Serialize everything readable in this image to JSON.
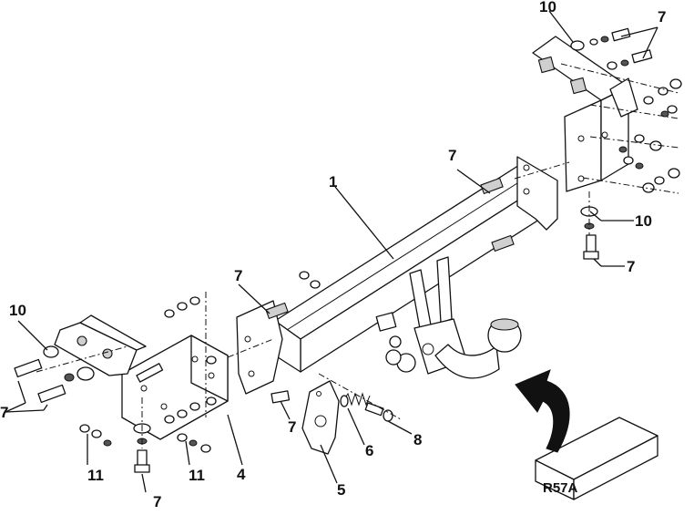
{
  "diagram": {
    "part_labels": {
      "p1": "1",
      "p4": "4",
      "p5": "5",
      "p6": "6",
      "p7_top_right": "7",
      "p7_center": "7",
      "p7_right": "7",
      "p7_left_upper": "7",
      "p7_left_lower": "7",
      "p7_bottom_center": "7",
      "p7_bottom_left": "7",
      "p8": "8",
      "p10_top": "10",
      "p10_right": "10",
      "p10_left": "10",
      "p11_left": "11",
      "p11_right": "11"
    },
    "model_box_label": "R57A"
  }
}
